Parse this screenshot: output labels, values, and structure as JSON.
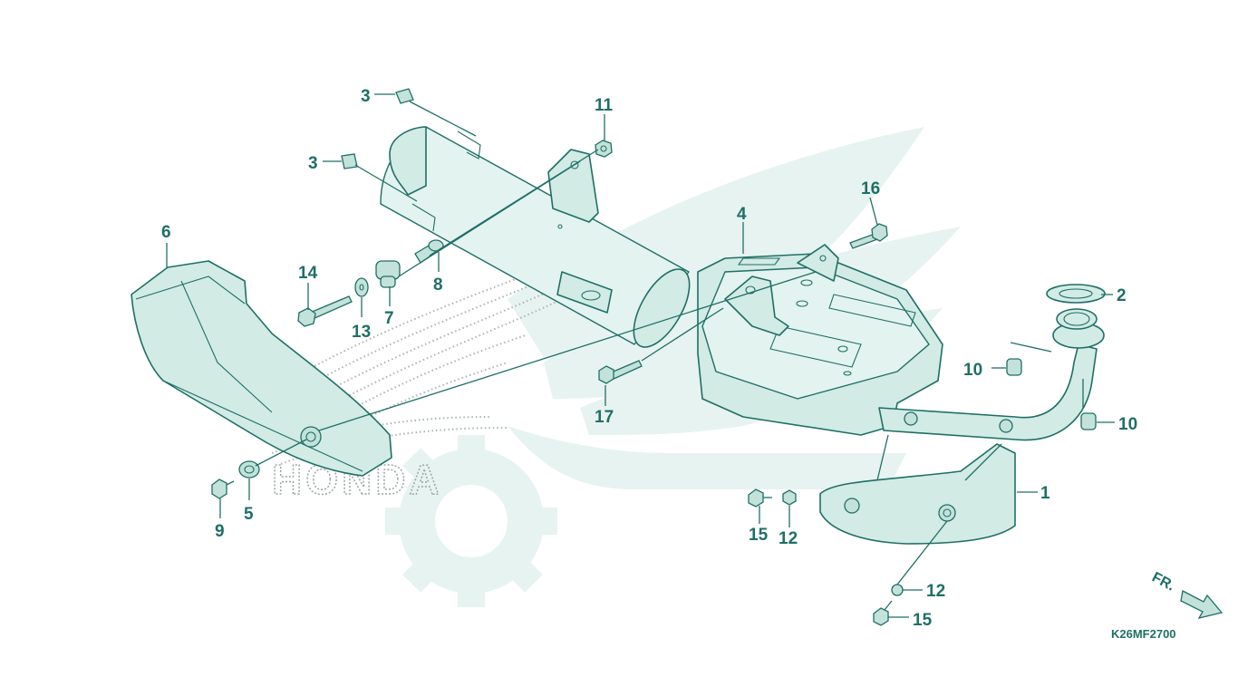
{
  "diagram": {
    "drawing_code": "K26MF2700",
    "brand_watermark": "HONDA",
    "direction_label": "FR.",
    "callouts": [
      {
        "id": "c1",
        "label": "1"
      },
      {
        "id": "c2",
        "label": "2"
      },
      {
        "id": "c3a",
        "label": "3"
      },
      {
        "id": "c3b",
        "label": "3"
      },
      {
        "id": "c4",
        "label": "4"
      },
      {
        "id": "c5",
        "label": "5"
      },
      {
        "id": "c6",
        "label": "6"
      },
      {
        "id": "c7",
        "label": "7"
      },
      {
        "id": "c8",
        "label": "8"
      },
      {
        "id": "c9",
        "label": "9"
      },
      {
        "id": "c10a",
        "label": "10"
      },
      {
        "id": "c10b",
        "label": "10"
      },
      {
        "id": "c11",
        "label": "11"
      },
      {
        "id": "c12a",
        "label": "12"
      },
      {
        "id": "c12b",
        "label": "12"
      },
      {
        "id": "c13",
        "label": "13"
      },
      {
        "id": "c14",
        "label": "14"
      },
      {
        "id": "c15a",
        "label": "15"
      },
      {
        "id": "c15b",
        "label": "15"
      },
      {
        "id": "c16",
        "label": "16"
      },
      {
        "id": "c17",
        "label": "17"
      }
    ],
    "colors": {
      "line": "#1f6f66",
      "fill": "#d2ebe5",
      "watermark": "#e7f3f0"
    }
  }
}
